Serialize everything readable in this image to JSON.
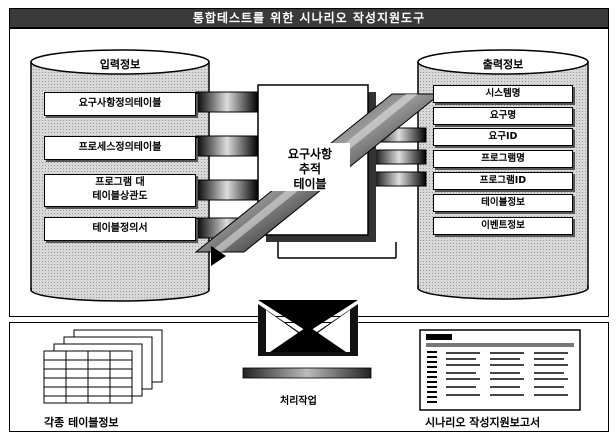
{
  "title": "통합테스트를 위한 시나리오 작성지원도구",
  "input": {
    "heading": "입력정보",
    "items": [
      {
        "line1": "요구사항정의테이블",
        "line2": ""
      },
      {
        "line1": "프로세스정의테이블",
        "line2": ""
      },
      {
        "line1": "프로그램 대",
        "line2": "테이블상관도"
      },
      {
        "line1": "테이블정의서",
        "line2": ""
      }
    ]
  },
  "center": {
    "line1": "요구사항",
    "line2": "추적",
    "line3": "테이블"
  },
  "output": {
    "heading": "출력정보",
    "items": [
      "시스템명",
      "요구명",
      "요구ID",
      "프로그램명",
      "프로그램ID",
      "테이블정보",
      "이벤트정보"
    ]
  },
  "bottom": {
    "left_label": "각종 테이블정보",
    "process_label": "처리작업",
    "right_label": "시나리오 작성지원보고서"
  }
}
